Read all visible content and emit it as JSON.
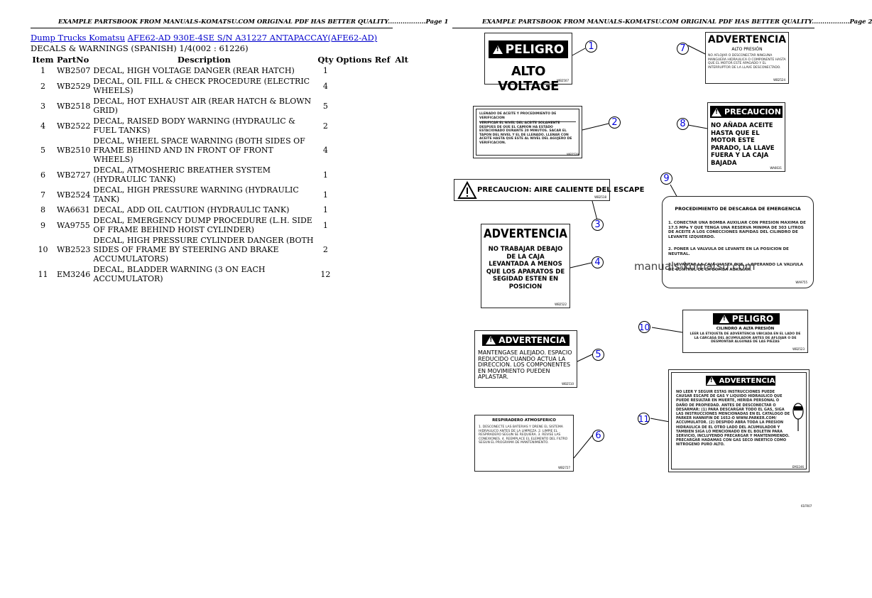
{
  "header_left": "EXAMPLE PARTSBOOK FROM MANUALS-KOMATSU.COM ORIGINAL PDF HAS BETTER QUALITY..................Page 1",
  "header_right": "EXAMPLE PARTSBOOK FROM MANUALS-KOMATSU.COM ORIGINAL PDF HAS BETTER QUALITY..................Page 2",
  "breadcrumb": {
    "link1": "Dump Trucks Komatsu",
    "link2": "AFE62-AD 930E-4SE S/N A31227 ANTAPACCAY(AFE62-AD)"
  },
  "subtitle": "DECALS & WARNINGS (SPANISH) 1/4(002 : 61226)",
  "table": {
    "headers": {
      "item": "Item",
      "part": "PartNo",
      "desc": "Description",
      "qty": "Qty",
      "opt": "Options",
      "ref": "Ref",
      "alt": "Alt"
    },
    "rows": [
      {
        "item": "1",
        "part": "WB2507",
        "desc": "DECAL, HIGH VOLTAGE DANGER (REAR HATCH)",
        "qty": "1"
      },
      {
        "item": "2",
        "part": "WB2529",
        "desc": "DECAL, OIL FILL & CHECK PROCEDURE (ELECTRIC WHEELS)",
        "qty": "4"
      },
      {
        "item": "3",
        "part": "WB2518",
        "desc": "DECAL, HOT EXHAUST AIR (REAR HATCH & BLOWN GRID)",
        "qty": "5"
      },
      {
        "item": "4",
        "part": "WB2522",
        "desc": "DECAL, RAISED BODY WARNING (HYDRAULIC & FUEL TANKS)",
        "qty": "2"
      },
      {
        "item": "5",
        "part": "WB2510",
        "desc": "DECAL, WHEEL SPACE WARNING (BOTH SIDES OF FRAME BEHIND AND IN FRONT OF FRONT WHEELS)",
        "qty": "4"
      },
      {
        "item": "6",
        "part": "WB2727",
        "desc": "DECAL, ATMOSHERIC BREATHER SYSTEM (HYDRAULIC TANK)",
        "qty": "1"
      },
      {
        "item": "7",
        "part": "WB2524",
        "desc": "DECAL, HIGH PRESSURE WARNING (HYDRAULIC TANK)",
        "qty": "1"
      },
      {
        "item": "8",
        "part": "WA6631",
        "desc": "DECAL, ADD OIL CAUTION (HYDRAULIC TANK)",
        "qty": "1"
      },
      {
        "item": "9",
        "part": "WA9755",
        "desc": "DECAL, EMERGENCY DUMP PROCEDURE (L.H. SIDE OF FRAME BEHIND HOIST CYLINDER)",
        "qty": "1"
      },
      {
        "item": "10",
        "part": "WB2523",
        "desc": "DECAL, HIGH PRESSURE CYLINDER DANGER (BOTH SIDES OF FRAME BY STEERING AND BRAKE ACCUMULATORS)",
        "qty": "2"
      },
      {
        "item": "11",
        "part": "EM3246",
        "desc": "DECAL, BLADDER WARNING (3 ON EACH ACCUMULATOR)",
        "qty": "12"
      }
    ]
  },
  "decals": {
    "d1": {
      "bar": "PELIGRO",
      "main": "ALTO VOLTAGE",
      "code": "WB2507"
    },
    "d2": {
      "title": "LLENADO DE ACEITE Y PROCEDIMIENTO DE VERIFICACION",
      "body": "VERIFICAR EL NIVEL DEL ACEITE SOLAMENTE DESPUES DE QUE EL CAMION HA ESTADO ESTACIONADO DURANTE 20 MINUTOS. SACAR EL TAPON DEL NIVEL Y EL DE LLENADO. LLENAR CON ACEITE HASTA QUE ESTE AL NIVEL DEL AGUJERO DE VERIFICACION.",
      "code": "WB2529"
    },
    "d3": {
      "main": "PRECAUCION: AIRE CALIENTE DEL ESCAPE",
      "code": "WB2518"
    },
    "d4": {
      "bar": "ADVERTENCIA",
      "main": "NO TRABAJAR DEBAJO DE LA CAJA LEVANTADA A MENOS QUE LOS APARATOS DE SEGIDAD ESTEN EN POSICION",
      "code": "WB2522"
    },
    "d5": {
      "bar": "ADVERTENCIA",
      "main": "MANTENGASE ALEJADO. ESPACIO REDUCIDO CUANDO ACTUA LA DIRECCION. LOS COMPONENTES EN MOVIMIENTO PUEDEN APLASTAR.",
      "code": "WB2510"
    },
    "d6": {
      "title": "RESPIRADERO ATMOSFERICO",
      "body": "1. DESCONECTE LAS BATERIAS Y DRENE EL SISTEMA HIDRAULICO ANTES DE LA LIMPIEZA. 2. LIMPIE EL RESPIRADERO SEGUN SE REQUIERA. 3. REVISE LAS CONEXIONES. 4. REEMPLACE EL ELEMENTO DEL FILTRO SEGUN EL PROGRAMA DE MANTENIMIENTO.",
      "code": "WB2727"
    },
    "d7": {
      "bar": "ADVERTENCIA",
      "sub": "ALTO PRESIÓN",
      "body": "NO AFLOJAR O DESCONECTAR NINGUNA MANGUERA HIDRAULICA O COMPONENTE HASTA QUE EL MOTOR ESTE APAGADO Y EL INTERRUPTOR DE LA LLAVE DESCONECTADO.",
      "code": "WB2524"
    },
    "d8": {
      "bar": "PRECAUCION",
      "main": "NO AÑADA ACEITE HASTA QUE EL MOTOR ESTE PARADO, LA LLAVE FUERA Y LA CAJA BAJADA",
      "code": "WA6631"
    },
    "d9": {
      "title": "PROCEDIMIENTO DE DESCARGA DE EMERGENCIA",
      "s1": "1. CONECTAR UNA BOMBA AUXILIAR CON PRESION MAXIMA DE 17.5 MPa Y QUE TENGA UNA RESERVA MINIMA DE 303 LITROS DE ACEITE A LOS CONECCIONES RAPIDAS DEL CILINDRO DE LEVANTE IZQUIERDO.",
      "s2": "2. PONER LA VALVULA DE LEVANTE EN LA POSICION DE NEUTRAL.",
      "s3": "3. LEVANTAR LA CAJA (HASTA QUE...) OPERANDO LA VALVULA DE CONTROL DE LA BOMBA AUXILIAR.",
      "code": "WA9755"
    },
    "d10": {
      "bar": "PELIGRO",
      "sub": "CILINDRO A ALTA PRESIÓN",
      "body": "LEER LA ETIQUETA DE ADVERTENCIA UBICADA EN EL LADO DE LA CARCASA DEL ACUMULADOR ANTES DE AFLOJAR O DE DESMONTAR ALGUNAS DE LAS PIEZAS",
      "code": "WB2523"
    },
    "d11": {
      "bar": "ADVERTENCIA",
      "body": "NO LEER Y SEGUIR ESTAS INSTRUCCIONES PUEDE CAUSAR ESCAPE DE GAS Y LIQUIDO HIDRAULICO QUE PUEDE RESULTAR EN MUERTE, HERIDA PERSONAL O DAÑO DE PROPIEDAD. ANTES DE DESCONECTAR O DESARMAR: (1) PARA DESCARGAR TODO EL GAS, SIGA LAS INSTRUCCIONES MENCIONADAS EN EL CATALOGO DE PARKER HANNIFIN DE 1652-O WWW.PARKER.COM/ ACCUMULATOR. (2) DESPIDO ABRA TODA LA PRESION HIDRAULICA DE EL OTRO LADO DEL ACUMULADOR Y TAMBIEN SIGA LO MENCIONADO EN EL BOLETIN PARA SERVICIO, INCLUYENDO PRECARGAR Y MANTENIMIENDO. PRECARGAR HADAMAS CON GAS SECO INERTICO COMO NITROGENO PURO ALTO.",
      "code": "EM3246"
    }
  },
  "callouts": [
    "1",
    "2",
    "3",
    "4",
    "5",
    "6",
    "7",
    "8",
    "9",
    "10",
    "11"
  ],
  "watermark": "manuals-komatsu.com",
  "footer_code": "61FR07"
}
